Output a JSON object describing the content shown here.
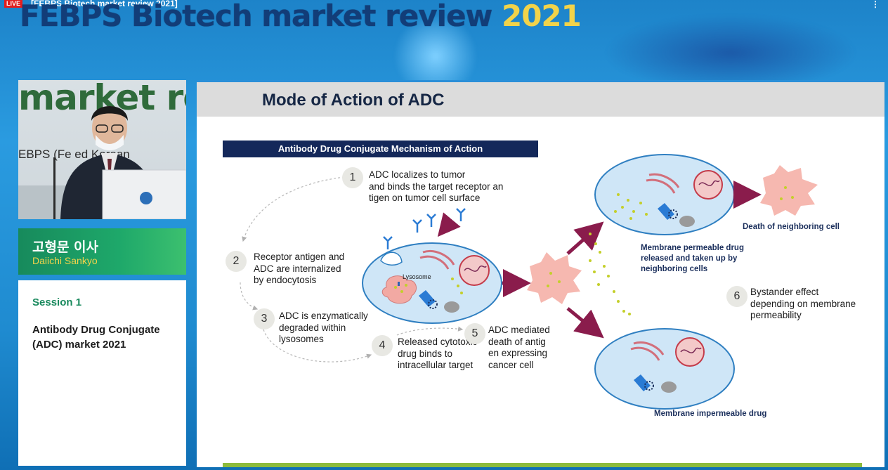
{
  "stream": {
    "live_badge": "LIVE",
    "title": "[FEBPS Biotech market review 2021]",
    "menu_icon": "kebab-menu-icon"
  },
  "banner": {
    "main": "FEBPS Biotech market review ",
    "year": "2021"
  },
  "video": {
    "backdrop_text": "market revi",
    "backdrop_sub": "EBPS (Fe      ed Korean"
  },
  "speaker": {
    "name": "고형문 이사",
    "org": "Daiichi Sankyo"
  },
  "session": {
    "label": "Session 1",
    "title": "Antibody Drug Conjugate (ADC) market 2021"
  },
  "slide": {
    "title": "Mode of Action of ADC",
    "diagram_heading": "Antibody Drug Conjugate Mechanism of Action",
    "lysosome_label": "Lysosome",
    "steps": [
      {
        "num": "1",
        "lines": [
          "ADC localizes to tumor",
          "and binds the target receptor an",
          "tigen on tumor cell surface"
        ]
      },
      {
        "num": "2",
        "lines": [
          "Receptor antigen and",
          "ADC are internalized",
          "by endocytosis"
        ]
      },
      {
        "num": "3",
        "lines": [
          "ADC is enzymatically",
          "degraded within",
          "lysosomes"
        ]
      },
      {
        "num": "4",
        "lines": [
          "Released cytotoxic",
          "drug binds to",
          "intracellular target"
        ]
      },
      {
        "num": "5",
        "lines": [
          "ADC mediated",
          "death of antig",
          "en expressing",
          "cancer cell"
        ]
      },
      {
        "num": "6",
        "lines": [
          "Bystander effect",
          "depending on membrane",
          "permeability"
        ]
      }
    ],
    "captions": {
      "death_neighbor": "Death of neighboring cell",
      "permeable": [
        "Membrane permeable drug",
        "released and taken up by",
        "neighboring cells"
      ],
      "impermeable": "Membrane impermeable drug"
    }
  },
  "colors": {
    "banner_text": "#123d78",
    "banner_year": "#f2d34a",
    "nameplate": "#1ea86a",
    "session_label": "#1a8a5e",
    "slide_header": "#dcdcdc",
    "diagram_head": "#14285a",
    "arrow": "#8a1c4c",
    "cell": "#cfe6f7",
    "drug_dot": "#c4cf2a",
    "footer_bar": "#8cbb3c"
  }
}
